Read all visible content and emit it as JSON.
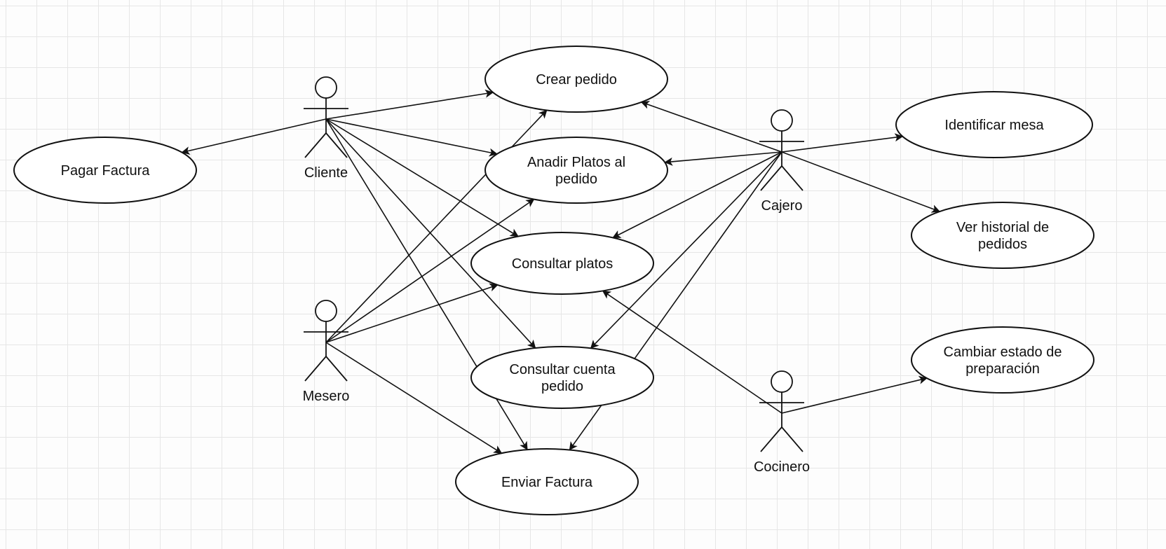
{
  "actors": [
    {
      "id": "cliente",
      "label": "Cliente"
    },
    {
      "id": "mesero",
      "label": "Mesero"
    },
    {
      "id": "cajero",
      "label": "Cajero"
    },
    {
      "id": "cocinero",
      "label": "Cocinero"
    }
  ],
  "use_cases": [
    {
      "id": "crear",
      "lines": [
        "Crear pedido"
      ]
    },
    {
      "id": "anadir",
      "lines": [
        "Anadir Platos al",
        "pedido"
      ]
    },
    {
      "id": "consultar_platos",
      "lines": [
        "Consultar platos"
      ]
    },
    {
      "id": "consultar_cuenta",
      "lines": [
        "Consultar cuenta",
        "pedido"
      ]
    },
    {
      "id": "enviar",
      "lines": [
        "Enviar Factura"
      ]
    },
    {
      "id": "pagar",
      "lines": [
        "Pagar Factura"
      ]
    },
    {
      "id": "identificar",
      "lines": [
        "Identificar mesa"
      ]
    },
    {
      "id": "historial",
      "lines": [
        "Ver historial de",
        "pedidos"
      ]
    },
    {
      "id": "cambiar",
      "lines": [
        "Cambiar estado de",
        "preparación"
      ]
    }
  ],
  "associations": [
    {
      "from": "cliente",
      "to": "crear"
    },
    {
      "from": "cliente",
      "to": "pagar"
    },
    {
      "from": "cliente",
      "to": "anadir"
    },
    {
      "from": "cliente",
      "to": "consultar_platos"
    },
    {
      "from": "cliente",
      "to": "consultar_cuenta"
    },
    {
      "from": "cliente",
      "to": "enviar"
    },
    {
      "from": "mesero",
      "to": "crear"
    },
    {
      "from": "mesero",
      "to": "anadir"
    },
    {
      "from": "mesero",
      "to": "consultar_platos"
    },
    {
      "from": "mesero",
      "to": "enviar"
    },
    {
      "from": "cajero",
      "to": "crear"
    },
    {
      "from": "cajero",
      "to": "anadir"
    },
    {
      "from": "cajero",
      "to": "identificar"
    },
    {
      "from": "cajero",
      "to": "historial"
    },
    {
      "from": "cajero",
      "to": "consultar_platos"
    },
    {
      "from": "cajero",
      "to": "consultar_cuenta"
    },
    {
      "from": "cajero",
      "to": "enviar"
    },
    {
      "from": "cocinero",
      "to": "consultar_platos"
    },
    {
      "from": "cocinero",
      "to": "cambiar"
    }
  ]
}
